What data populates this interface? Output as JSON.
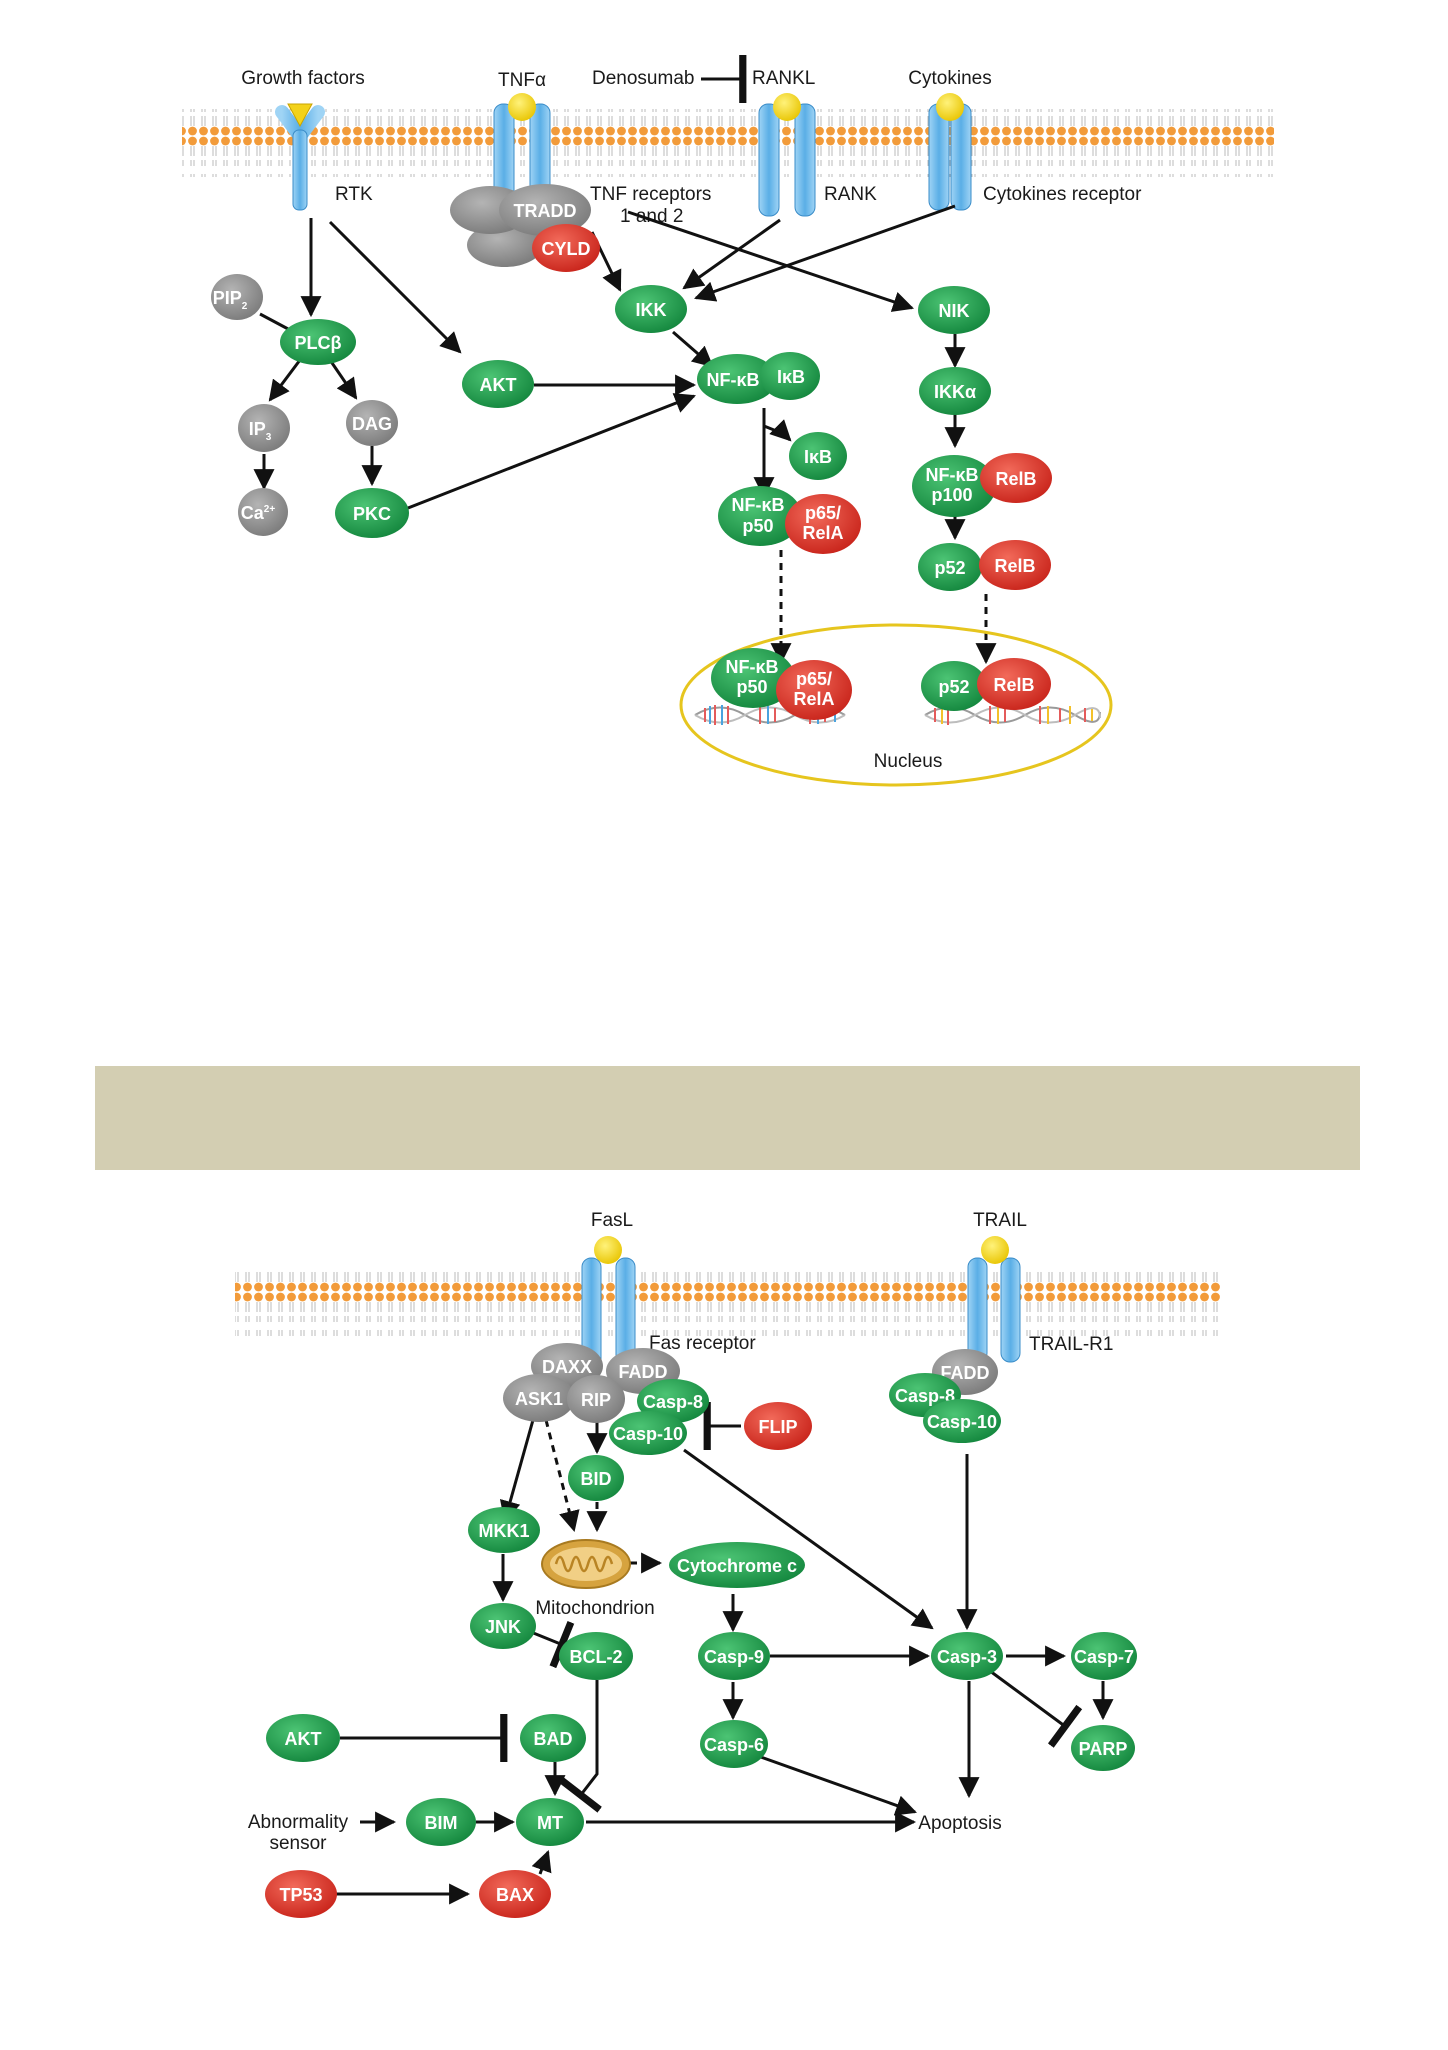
{
  "colors": {
    "green": "#1e9e4e",
    "red": "#d93025",
    "gray": "#8f8f8f",
    "membrane": "#f29b3a",
    "receptor": "#6fb8e8",
    "ligand": "#f3d21b",
    "nucleus": "#e6c51e",
    "mitochondrion": "#d6a33f",
    "band": "#d3ceb2"
  },
  "top": {
    "labels": {
      "growth_factors": "Growth factors",
      "tnfa": "TNFα",
      "denosumab": "Denosumab",
      "rankl": "RANKL",
      "cytokines": "Cytokines",
      "rtk": "RTK",
      "tnf_receptors_1": "TNF receptors",
      "tnf_receptors_2": "1 and 2",
      "rank": "RANK",
      "cytokines_receptor": "Cytokines receptor",
      "nucleus": "Nucleus"
    },
    "nodes": {
      "tradd": "TRADD",
      "cyld": "CYLD",
      "ikk": "IKK",
      "nik": "NIK",
      "pip2": "PIP",
      "pip2_sub": "2",
      "plcb": "PLCβ",
      "akt": "AKT",
      "nfkb": "NF-κB",
      "ikb": "IκB",
      "ikka": "IKKα",
      "ip3": "IP",
      "ip3_sub": "3",
      "dag": "DAG",
      "ikb2": "IκB",
      "nfkb_p100_a": "NF-κB",
      "nfkb_p100_b": "p100",
      "relb1": "RelB",
      "ca": "Ca",
      "ca_sup": "2+",
      "pkc": "PKC",
      "nfkb_p50_a": "NF-κB",
      "nfkb_p50_b": "p50",
      "p65_a": "p65/",
      "p65_b": "RelA",
      "p52": "p52",
      "relb2": "RelB",
      "nuc_nfkb_a": "NF-κB",
      "nuc_nfkb_b": "p50",
      "nuc_p65_a": "p65/",
      "nuc_p65_b": "RelA",
      "nuc_p52": "p52",
      "nuc_relb": "RelB"
    }
  },
  "bottom": {
    "labels": {
      "fasl": "FasL",
      "trail": "TRAIL",
      "fas_receptor": "Fas receptor",
      "trail_r1": "TRAIL-R1",
      "mitochondrion": "Mitochondrion",
      "abnormality_1": "Abnormality",
      "abnormality_2": "sensor",
      "apoptosis": "Apoptosis"
    },
    "nodes": {
      "daxx": "DAXX",
      "fadd": "FADD",
      "ask1": "ASK1",
      "rip": "RIP",
      "casp8": "Casp-8",
      "casp10": "Casp-10",
      "flip": "FLIP",
      "fadd2": "FADD",
      "casp8b": "Casp-8",
      "casp10b": "Casp-10",
      "bid": "BID",
      "mkk1": "MKK1",
      "cytc": "Cytochrome c",
      "jnk": "JNK",
      "bcl2": "BCL-2",
      "casp9": "Casp-9",
      "casp3": "Casp-3",
      "casp7": "Casp-7",
      "akt": "AKT",
      "bad": "BAD",
      "casp6": "Casp-6",
      "parp": "PARP",
      "bim": "BIM",
      "mt": "MT",
      "tp53": "TP53",
      "bax": "BAX"
    }
  }
}
